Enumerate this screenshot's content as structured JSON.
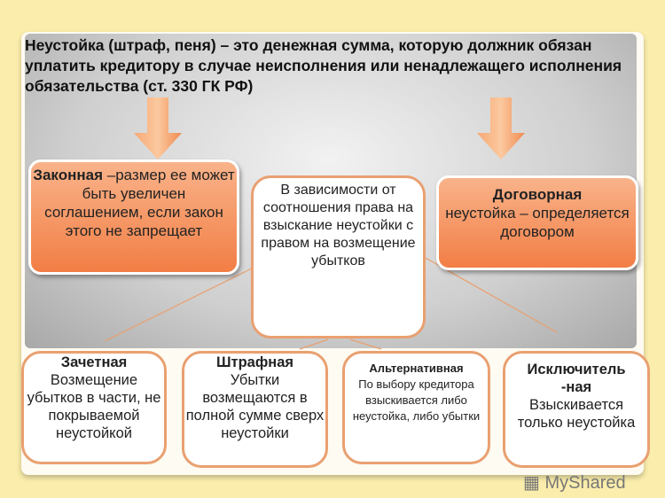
{
  "title": "Неустойка (штраф, пеня) – это денежная сумма, которую должник обязан уплатить кредитору в случае неисполнения или ненадлежащего исполнения обязательства (ст. 330 ГК РФ)",
  "legal": {
    "head": "Законная",
    "text": " –размер ее может быть увеличен соглашением, если закон этого не запрещает"
  },
  "center": {
    "text": "В зависимости от соотношения права на взыскание неустойки с правом на возмещение убытков"
  },
  "contract": {
    "head": "Договорная",
    "text": "неустойка – определяется договором"
  },
  "types": [
    {
      "head": "Зачетная",
      "text": "Возмещение убытков в части, не покрываемой неустойкой"
    },
    {
      "head": "Штрафная",
      "text": "Убытки возмещаются в полной сумме сверх неустойки"
    },
    {
      "head": "Альтернативная",
      "text": "По выбору кредитора взыскивается либо неустойка, либо убытки"
    },
    {
      "head": "Исключитель -ная",
      "text": "Взыскивается только неустойка"
    }
  ],
  "watermark": "MyShared",
  "colors": {
    "background": "#fbeeac",
    "orange": "#f27e45",
    "border": "#e9a070"
  }
}
